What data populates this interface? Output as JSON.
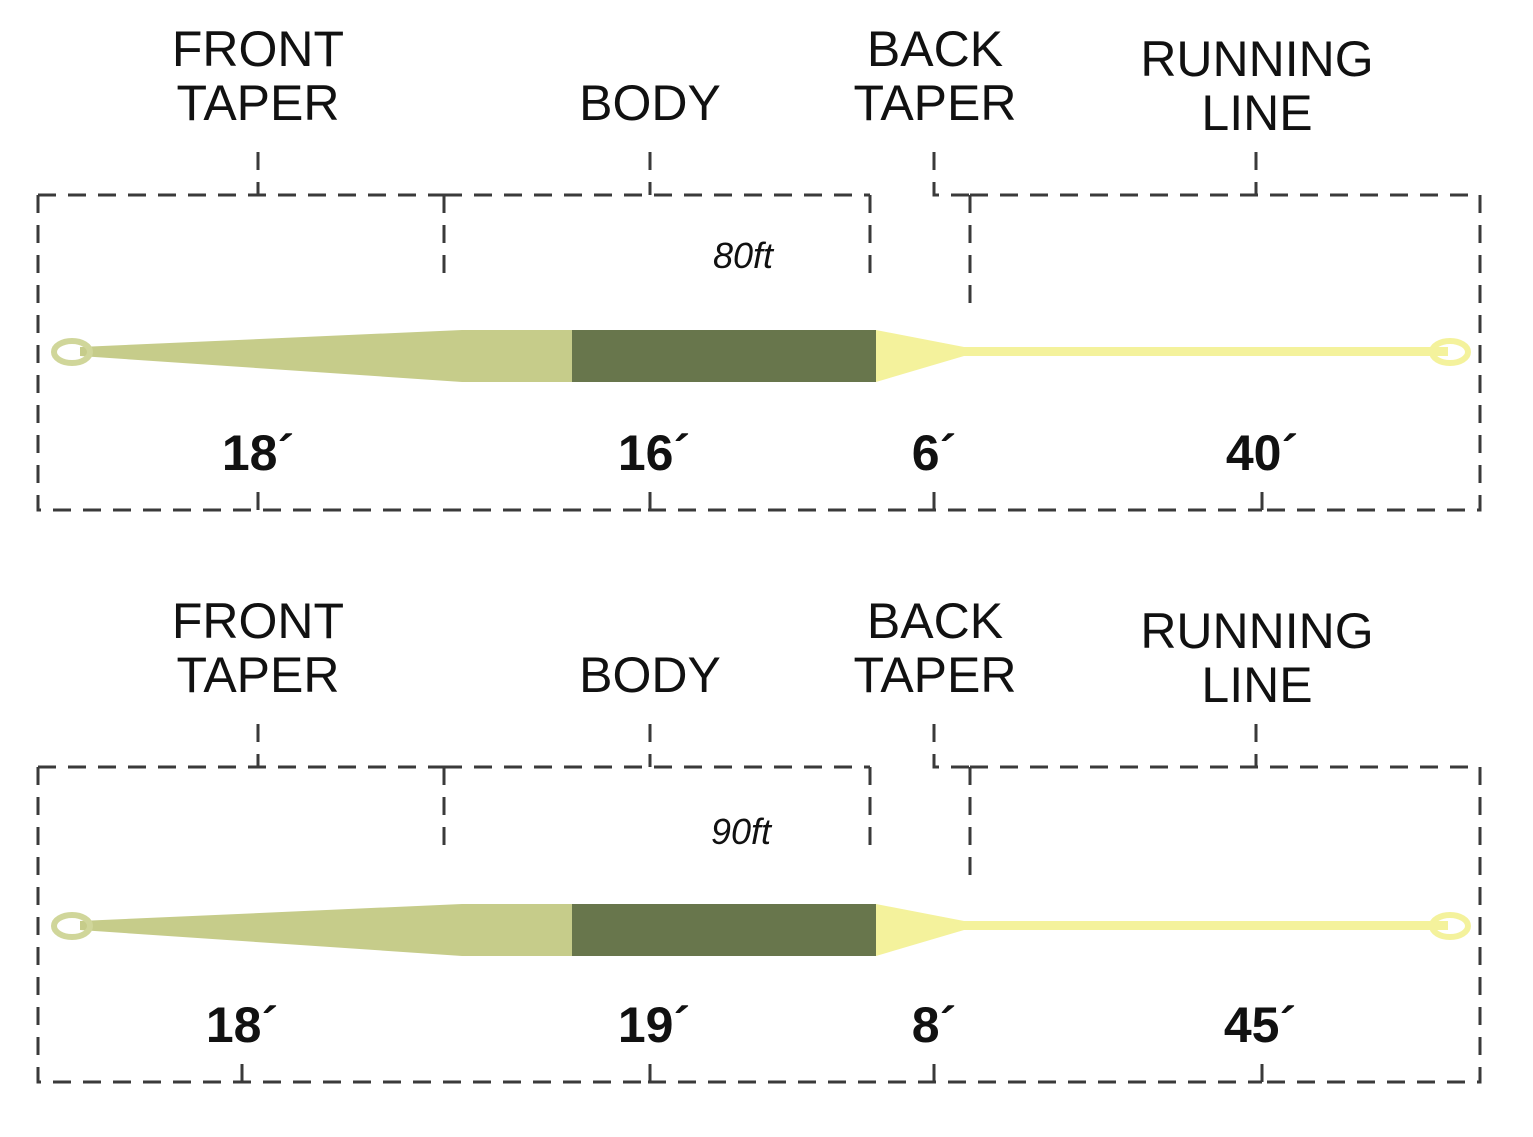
{
  "colors": {
    "front_taper": "#c6cc8a",
    "body": "#68764c",
    "back_taper_running_line": "#f4f29c",
    "loop_front": "#d0d69a",
    "loop_back": "#f4f29c",
    "guide_line": "#3a3a3a"
  },
  "diagrams": [
    {
      "labels": {
        "front_taper": "FRONT\nTAPER",
        "body": "BODY",
        "back_taper": "BACK\nTAPER",
        "running_line": "RUNNING\nLINE"
      },
      "total_length": "80ft",
      "lengths": {
        "front_taper": "18´",
        "body": "16´",
        "back_taper": "6´",
        "running_line": "40´"
      }
    },
    {
      "labels": {
        "front_taper": "FRONT\nTAPER",
        "body": "BODY",
        "back_taper": "BACK\nTAPER",
        "running_line": "RUNNING\nLINE"
      },
      "total_length": "90ft",
      "lengths": {
        "front_taper": "18´",
        "body": "19´",
        "back_taper": "8´",
        "running_line": "45´"
      }
    }
  ]
}
